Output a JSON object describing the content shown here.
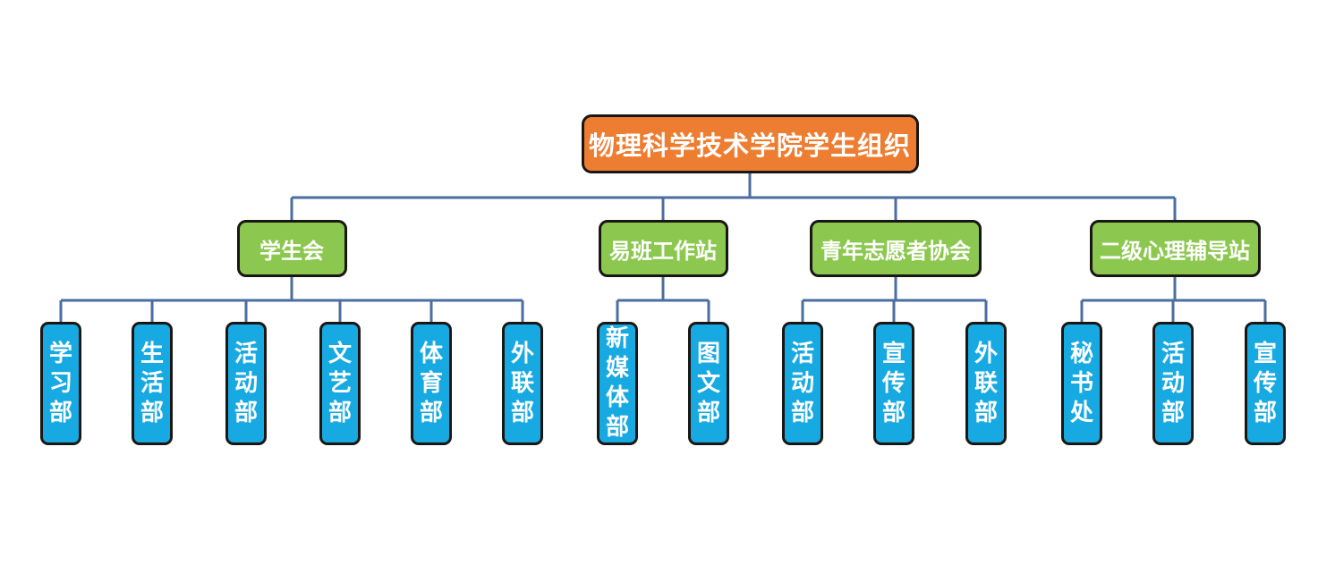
{
  "diagram": {
    "type": "org-chart",
    "root": {
      "label": "物理科学技术学院学生组织"
    },
    "groups": [
      {
        "label": "学生会",
        "children": [
          "学习部",
          "生活部",
          "活动部",
          "文艺部",
          "体育部",
          "外联部"
        ]
      },
      {
        "label": "易班工作站",
        "children": [
          "新媒体部",
          "图文部"
        ]
      },
      {
        "label": "青年志愿者协会",
        "children": [
          "活动部",
          "宣传部",
          "外联部"
        ]
      },
      {
        "label": "二级心理辅导站",
        "children": [
          "秘书处",
          "活动部",
          "宣传部"
        ]
      }
    ],
    "colors": {
      "root_fill": "#ED7D31",
      "branch_fill": "#8CC850",
      "leaf_fill": "#17A9E2",
      "node_border": "#1a1614",
      "connector": "#4B6EA0",
      "text": "#FFFFFF",
      "background": "#FFFFFF"
    }
  }
}
